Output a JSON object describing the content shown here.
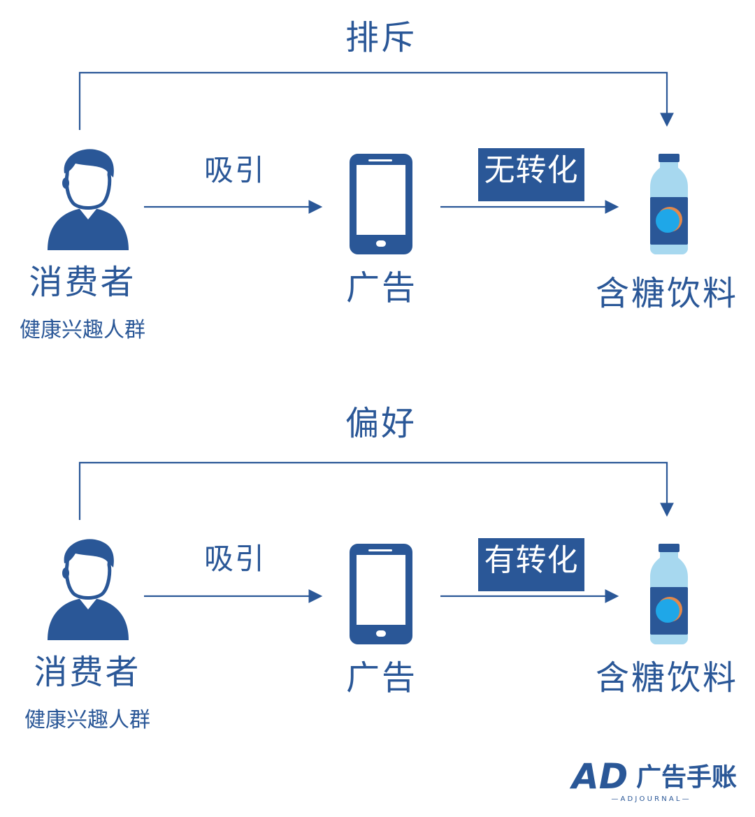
{
  "colors": {
    "primary": "#2a5797",
    "conversion_box": "#2a5797",
    "bottle_cap": "#2a5797",
    "bottle_body": "#a7d8ef",
    "bottle_label_dot": "#1fa7e8",
    "bottle_label_ring": "#e4884a"
  },
  "icons": {
    "consumer": "person-icon",
    "ad": "smartphone-icon",
    "drink": "bottle-icon"
  },
  "panels": [
    {
      "relation_label": "排斥",
      "attract_label": "吸引",
      "consumer_label": "消费者",
      "consumer_sub": "健康兴趣人群",
      "ad_label": "广告",
      "conversion_label": "无转化",
      "drink_label": "含糖饮料"
    },
    {
      "relation_label": "偏好",
      "attract_label": "吸引",
      "consumer_label": "消费者",
      "consumer_sub": "健康兴趣人群",
      "ad_label": "广告",
      "conversion_label": "有转化",
      "drink_label": "含糖饮料"
    }
  ],
  "logo": {
    "mark": "AD",
    "name": "广告手账",
    "sub": "— A D   J O U R N A L —"
  }
}
